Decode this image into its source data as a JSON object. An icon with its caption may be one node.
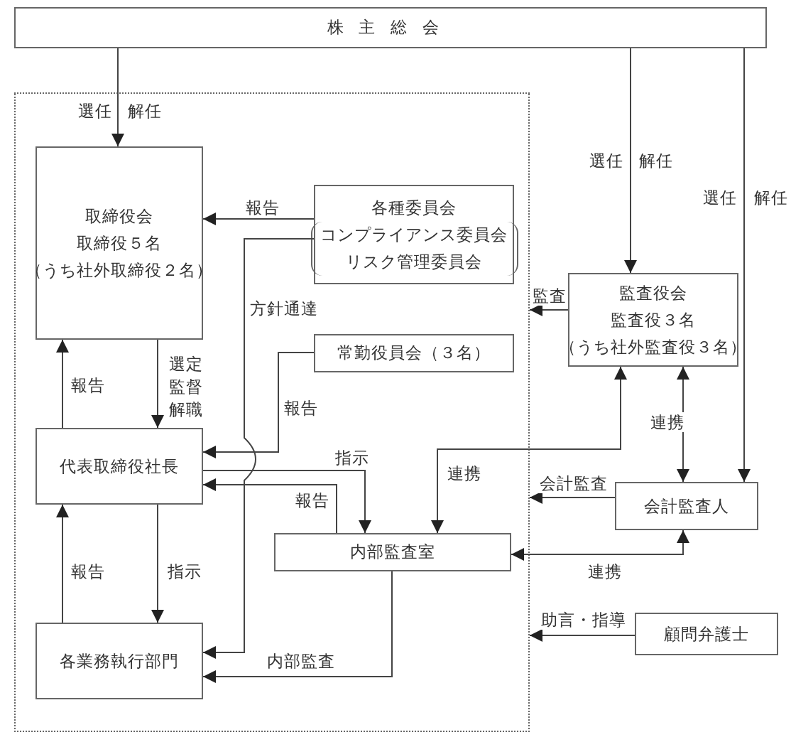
{
  "diagram": {
    "nodes": [
      {
        "text": [
          "株主総会"
        ]
      },
      {
        "text": [],
        "shape": "box"
      },
      {
        "text": [
          "取締役会",
          "取締役５名",
          "（うち社外取締役２名）"
        ],
        "in": 1
      },
      {
        "text": [
          "各種委員会",
          "コンプライアンス委員会",
          "リスク管理委員会"
        ],
        "in": 1
      },
      {
        "text": [
          "常勤役員会（３名）"
        ],
        "in": 1
      },
      {
        "text": [
          "監査役会",
          "監査役３名",
          "（うち社外監査役３名）"
        ]
      },
      {
        "text": [
          "代表取締役社長"
        ],
        "in": 1
      },
      {
        "text": [
          "会計監査人"
        ]
      },
      {
        "text": [
          "内部監査室"
        ],
        "in": 1
      },
      {
        "text": [
          "顧問弁護士"
        ]
      },
      {
        "text": [
          "各業務執行部門"
        ],
        "in": 1
      }
    ],
    "edges": [
      {
        "from": 0,
        "to": 2,
        "arrow": "to",
        "label": "選任"
      },
      {
        "from": 0,
        "to": 5,
        "arrow": "to",
        "label": "選任"
      },
      {
        "from": 0,
        "to": 7,
        "arrow": "to",
        "label": "選任"
      },
      {
        "from": 3,
        "to": 2,
        "arrow": "to",
        "label": "報告"
      },
      {
        "from": 3,
        "to": 10,
        "arrow": "to",
        "label": "方針通達"
      },
      {
        "from": 4,
        "to": 6,
        "arrow": "to",
        "label": "報告"
      },
      {
        "from": 2,
        "to": 6,
        "arrow": "to",
        "label": "選定監督解職"
      },
      {
        "from": 6,
        "to": 2,
        "arrow": "to",
        "label": "報告"
      },
      {
        "from": 6,
        "to": 8,
        "arrow": "to",
        "label": "指示"
      },
      {
        "from": 8,
        "to": 6,
        "arrow": "to",
        "label": "報告"
      },
      {
        "from": 5,
        "to": 8,
        "arrow": "both",
        "label": "連携"
      },
      {
        "from": 5,
        "to": 7,
        "arrow": "both",
        "label": "連携"
      },
      {
        "from": 5,
        "to": 1,
        "arrow": "to",
        "label": "監査"
      },
      {
        "from": 7,
        "to": 1,
        "arrow": "to",
        "label": "会計監査"
      },
      {
        "from": 8,
        "to": 7,
        "arrow": "both",
        "label": "連携"
      },
      {
        "from": 9,
        "to": 1,
        "arrow": "to",
        "label": "助言・指導"
      },
      {
        "from": 6,
        "to": 10,
        "arrow": "to",
        "label": "指示"
      },
      {
        "from": 10,
        "to": 6,
        "arrow": "to",
        "label": "報告"
      },
      {
        "from": 8,
        "to": 10,
        "arrow": "to",
        "label": "内部監査"
      }
    ],
    "labels": [
      "解任",
      "解任",
      "解任"
    ]
  }
}
